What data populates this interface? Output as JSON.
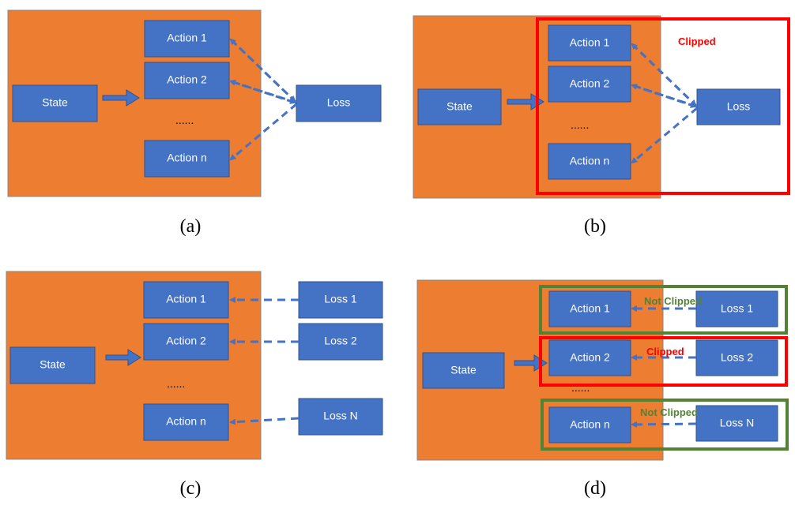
{
  "colors": {
    "panel": "#ed7d31",
    "box": "#4472c4",
    "box_border": "#2f528f",
    "arrow": "#4472c4",
    "clipped": "#ff0000",
    "not_clipped": "#548235"
  },
  "text": {
    "state": "State",
    "action1": "Action 1",
    "action2": "Action 2",
    "actionn": "Action n",
    "dots": "......",
    "loss": "Loss",
    "loss1": "Loss 1",
    "loss2": "Loss 2",
    "lossN": "Loss N",
    "lossn": "Loss N",
    "clipped": "Clipped",
    "not_clipped": "Not Clipped"
  },
  "captions": {
    "a": "(a)",
    "b": "(b)",
    "c": "(c)",
    "d": "(d)"
  }
}
